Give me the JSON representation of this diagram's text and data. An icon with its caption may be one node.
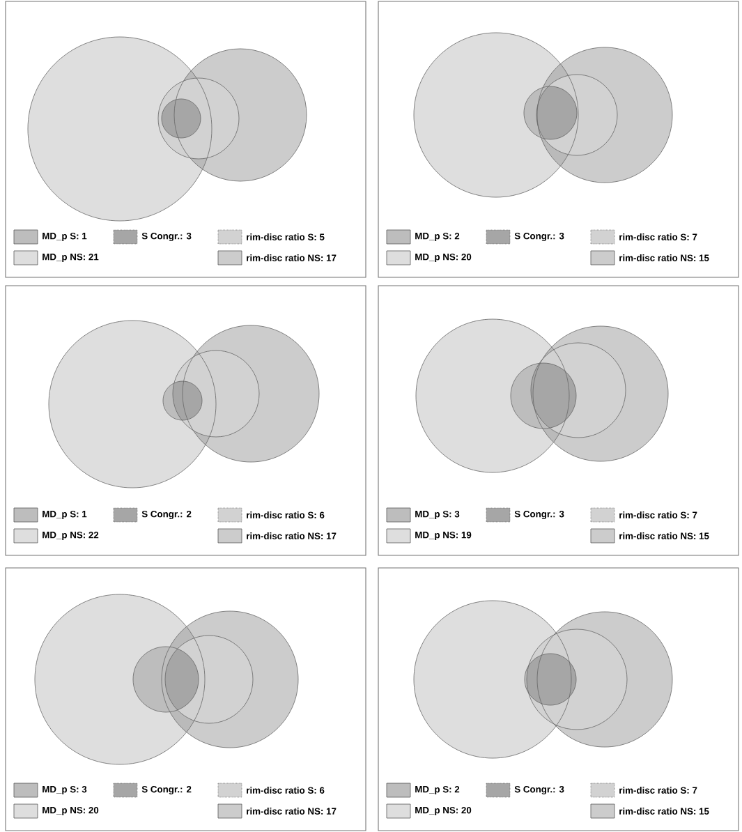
{
  "diagram": {
    "legend": [
      {
        "text": "MD_p S: 1",
        "color": "#bdbdbd"
      },
      {
        "text": "S Congr.: 3",
        "color": "#a6a6a6"
      },
      {
        "text": "rim-disc ratio S: 5",
        "color": "#d2d2d2"
      },
      {
        "text": "MD_p NS: 21",
        "color": "#dedede"
      },
      {
        "text": "rim-disc ratio NS: 17",
        "color": "#cccccc"
      },
      {
        "text": "MD_p S: 2",
        "color": "#bdbdbd"
      },
      {
        "text": "S Congr.: 3",
        "color": "#a6a6a6"
      },
      {
        "text": "rim-disc ratio S: 7",
        "color": "#d2d2d2"
      },
      {
        "text": "MD_p NS: 20",
        "color": "#dedede"
      },
      {
        "text": "rim-disc ratio NS: 15",
        "color": "#cccccc"
      },
      {
        "text": "MD_p S: 1",
        "color": "#bdbdbd"
      },
      {
        "text": "S Congr.: 2",
        "color": "#a6a6a6"
      },
      {
        "text": "rim-disc ratio S: 6",
        "color": "#d2d2d2"
      },
      {
        "text": "MD_p NS: 22",
        "color": "#dedede"
      },
      {
        "text": "rim-disc ratio NS: 17",
        "color": "#cccccc"
      },
      {
        "text": "MD_p S: 3",
        "color": "#bdbdbd"
      },
      {
        "text": "S Congr.: 3",
        "color": "#a6a6a6"
      },
      {
        "text": "rim-disc ratio S: 7",
        "color": "#d2d2d2"
      },
      {
        "text": "MD_p NS: 19",
        "color": "#dedede"
      },
      {
        "text": "rim-disc ratio NS: 15",
        "color": "#cccccc"
      },
      {
        "text": "MD_p S: 3",
        "color": "#bdbdbd"
      },
      {
        "text": "S Congr.: 2",
        "color": "#a6a6a6"
      },
      {
        "text": "rim-disc ratio S: 6",
        "color": "#d2d2d2"
      },
      {
        "text": "MD_p NS: 20",
        "color": "#dedede"
      },
      {
        "text": "rim-disc ratio NS: 17",
        "color": "#cccccc"
      },
      {
        "text": "MD_p S: 2",
        "color": "#bdbdbd"
      },
      {
        "text": "S Congr.: 3",
        "color": "#a6a6a6"
      },
      {
        "text": "rim-disc ratio S: 7",
        "color": "#d2d2d2"
      },
      {
        "text": "MD_p NS: 20",
        "color": "#dedede"
      },
      {
        "text": "rim-disc ratio NS: 15",
        "color": "#cccccc"
      }
    ]
  }
}
